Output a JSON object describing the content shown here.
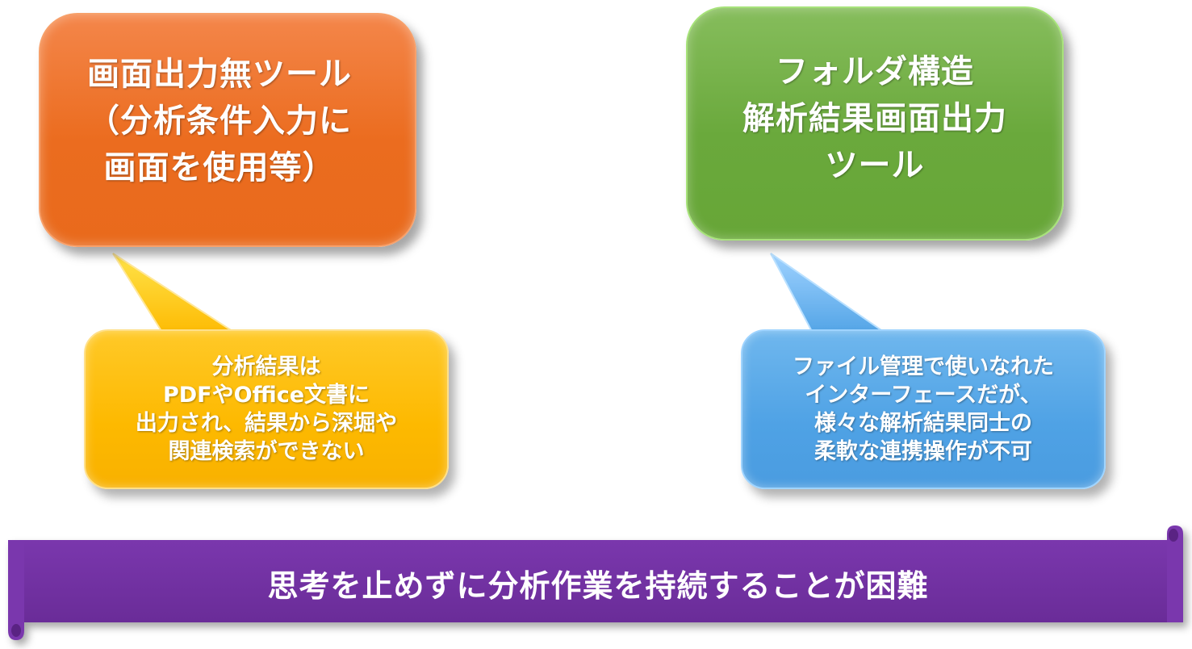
{
  "boxes": {
    "orange": "画面出力無ツール\n（分析条件入力に\n画面を使用等）",
    "green": "フォルダ構造\n解析結果画面出力\nツール",
    "yellow": "分析結果は\nPDFやOffice文書に\n出力され、結果から深堀や\n関連検索ができない",
    "blue": "ファイル管理で使いなれた\nインターフェースだが、\n様々な解析結果同士の\n柔軟な連携操作が不可"
  },
  "banner": {
    "text": "思考を止めずに分析作業を持続することが困難"
  },
  "colors": {
    "orange": "#eb6c1f",
    "green": "#6aa93c",
    "yellow": "#fdb900",
    "blue": "#4fa2e5",
    "banner": "#7030a0"
  }
}
